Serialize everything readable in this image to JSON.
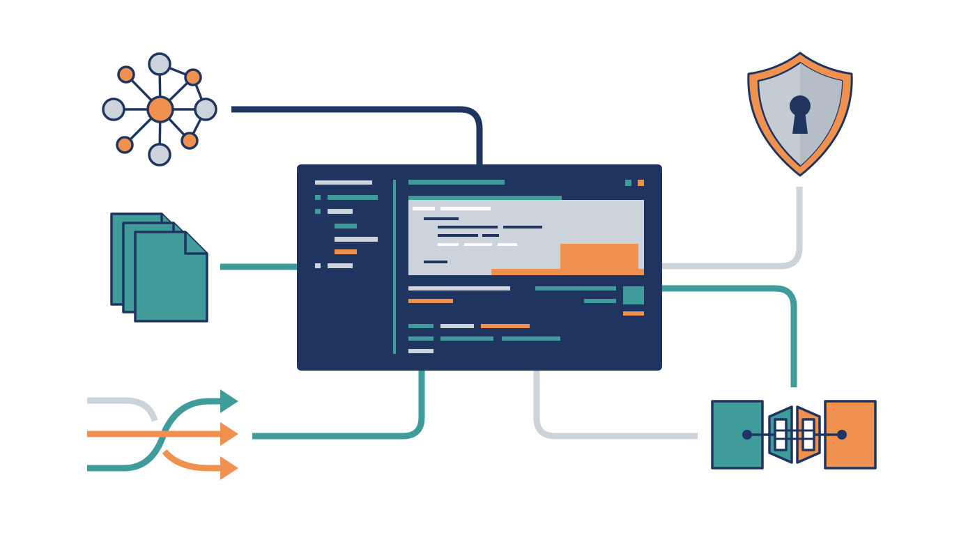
{
  "colors": {
    "navy": "#1f3560",
    "teal": "#3f9c9b",
    "orange": "#f0914f",
    "light_gray": "#cdd3da",
    "shield_gray": "#c4cbd3",
    "background": "#ffffff"
  },
  "nodes": {
    "network": {
      "icon": "network-graph-icon"
    },
    "documents": {
      "icon": "stacked-documents-icon"
    },
    "shuffle": {
      "icon": "shuffle-arrows-icon"
    },
    "security": {
      "icon": "shield-lock-icon"
    },
    "integration": {
      "icon": "plug-connector-icon"
    },
    "editor": {
      "icon": "code-editor-window-icon"
    }
  },
  "connectors": [
    {
      "from": "network",
      "to": "editor",
      "color": "navy"
    },
    {
      "from": "documents",
      "to": "editor",
      "color": "teal"
    },
    {
      "from": "shuffle",
      "to": "editor",
      "color": "teal"
    },
    {
      "from": "security",
      "to": "editor",
      "color": "light_gray"
    },
    {
      "from": "integration",
      "to": "editor",
      "color": "teal"
    },
    {
      "from": "integration",
      "to": "editor",
      "color": "light_gray"
    }
  ]
}
